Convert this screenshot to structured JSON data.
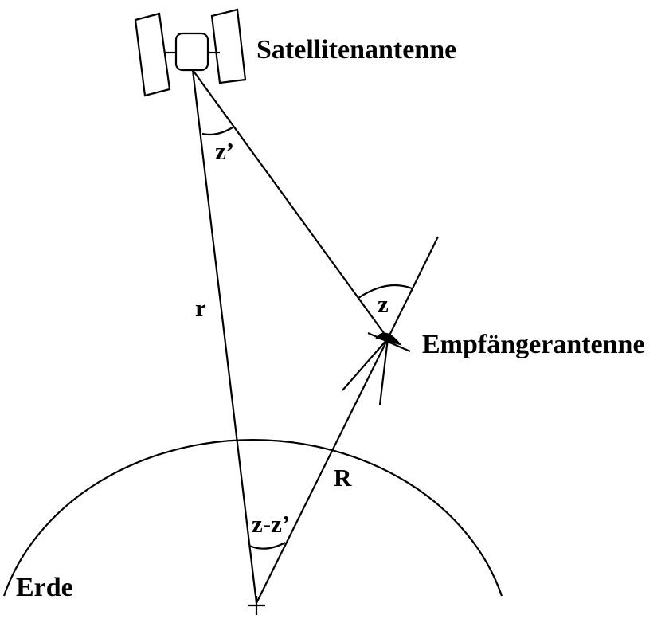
{
  "labels": {
    "satellite": "Satellitenantenne",
    "receiver": "Empfängerantenne",
    "earth": "Erde",
    "angle_satellite": "z’",
    "angle_receiver": "z",
    "angle_center": "z-z’",
    "distance_satellite": "r",
    "distance_receiver": "R"
  },
  "icons": {
    "satellite": "satellite-icon",
    "receiver_dish": "dish-antenna-icon",
    "earth_center": "plus-icon"
  },
  "colors": {
    "stroke": "#000000",
    "background": "#ffffff"
  }
}
